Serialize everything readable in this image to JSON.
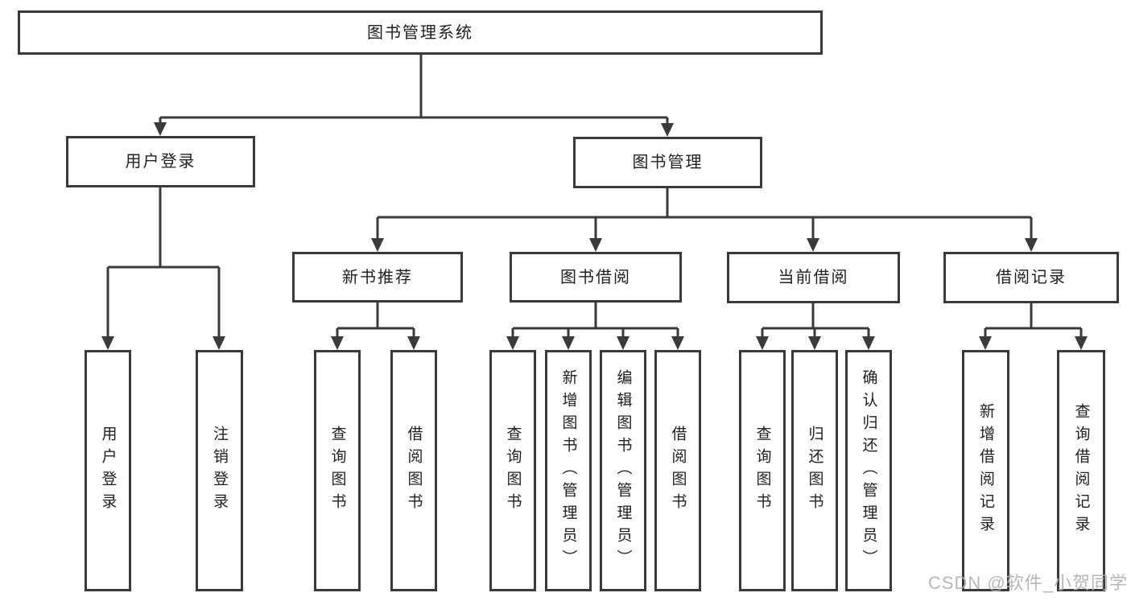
{
  "tree": {
    "label": "图书管理系统",
    "children": [
      {
        "label": "用户登录",
        "children": [
          {
            "label": "用户登录"
          },
          {
            "label": "注销登录"
          }
        ]
      },
      {
        "label": "图书管理",
        "children": [
          {
            "label": "新书推荐",
            "children": [
              {
                "label": "查询图书"
              },
              {
                "label": "借阅图书"
              }
            ]
          },
          {
            "label": "图书借阅",
            "children": [
              {
                "label": "查询图书"
              },
              {
                "label": "新增图书（管理员）"
              },
              {
                "label": "编辑图书（管理员）"
              },
              {
                "label": "借阅图书"
              }
            ]
          },
          {
            "label": "当前借阅",
            "children": [
              {
                "label": "查询图书"
              },
              {
                "label": "归还图书"
              },
              {
                "label": "确认归还（管理员）"
              }
            ]
          },
          {
            "label": "借阅记录",
            "children": [
              {
                "label": "新增借阅记录"
              },
              {
                "label": "查询借阅记录"
              }
            ]
          }
        ]
      }
    ]
  },
  "watermark": {
    "text": "CSDN @软件_小贺同学"
  },
  "colors": {
    "line": "#3a3a3a",
    "text": "#1f1f1f",
    "watermark": "#b0b0b0",
    "background": "#ffffff"
  }
}
